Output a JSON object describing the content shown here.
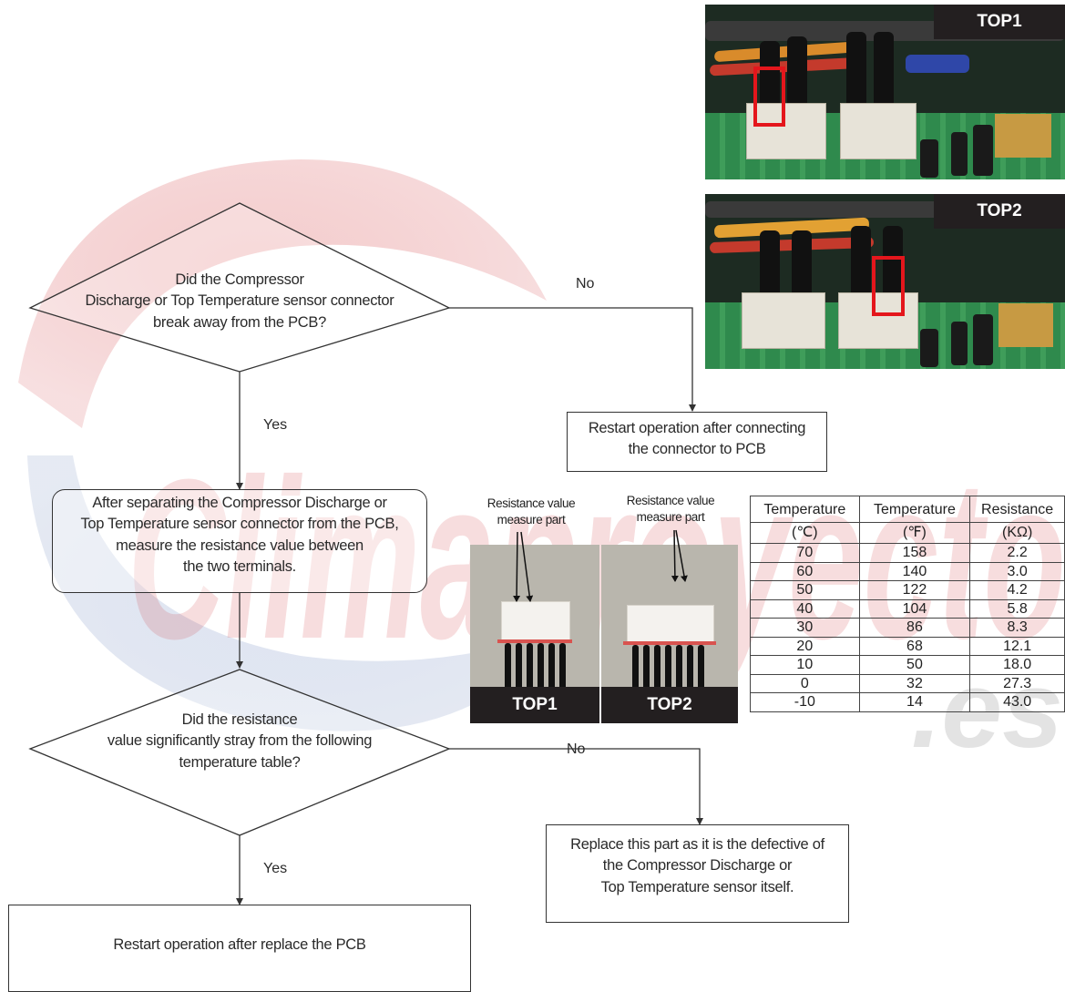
{
  "watermark": {
    "text": "Climaproyecto",
    "suffix": ".es"
  },
  "decision1": {
    "lines": [
      "Did the Compressor",
      "Discharge or Top Temperature sensor connector",
      "break away from the PCB?"
    ],
    "no_label": "No",
    "yes_label": "Yes"
  },
  "box_restart_connect": {
    "lines": [
      "Restart operation after connecting",
      "the connector to PCB"
    ]
  },
  "box_measure": {
    "lines": [
      "After separating the Compressor Discharge or",
      "Top Temperature sensor connector from the PCB,",
      "measure the resistance value between",
      "the two terminals."
    ]
  },
  "decision2": {
    "lines": [
      "Did the resistance",
      "value significantly stray from the following",
      "temperature table?"
    ],
    "no_label": "No",
    "yes_label": "Yes"
  },
  "box_replace_sensor": {
    "lines": [
      "Replace this part as it is the defective of",
      "the Compressor Discharge or",
      "Top Temperature sensor itself."
    ]
  },
  "box_replace_pcb": {
    "text": "Restart operation after replace the PCB"
  },
  "photos": {
    "top1_label": "TOP1",
    "top2_label": "TOP2"
  },
  "connector_photos": {
    "measure_label_lines": [
      "Resistance value",
      "measure part"
    ],
    "left_label": "TOP1",
    "right_label": "TOP2"
  },
  "table": {
    "headers": [
      {
        "line1": "Temperature",
        "line2": "(℃)"
      },
      {
        "line1": "Temperature",
        "line2": "(℉)"
      },
      {
        "line1": "Resistance",
        "line2": "(KΩ)"
      }
    ],
    "rows": [
      [
        "70",
        "158",
        "2.2"
      ],
      [
        "60",
        "140",
        "3.0"
      ],
      [
        "50",
        "122",
        "4.2"
      ],
      [
        "40",
        "104",
        "5.8"
      ],
      [
        "30",
        "86",
        "8.3"
      ],
      [
        "20",
        "68",
        "12.1"
      ],
      [
        "10",
        "50",
        "18.0"
      ],
      [
        "0",
        "32",
        "27.3"
      ],
      [
        "-10",
        "14",
        "43.0"
      ]
    ]
  },
  "colors": {
    "highlight_red": "#e4161c",
    "label_black": "#231f20",
    "watermark_red": "#c8191f",
    "watermark_blue": "#2a4f9a"
  }
}
